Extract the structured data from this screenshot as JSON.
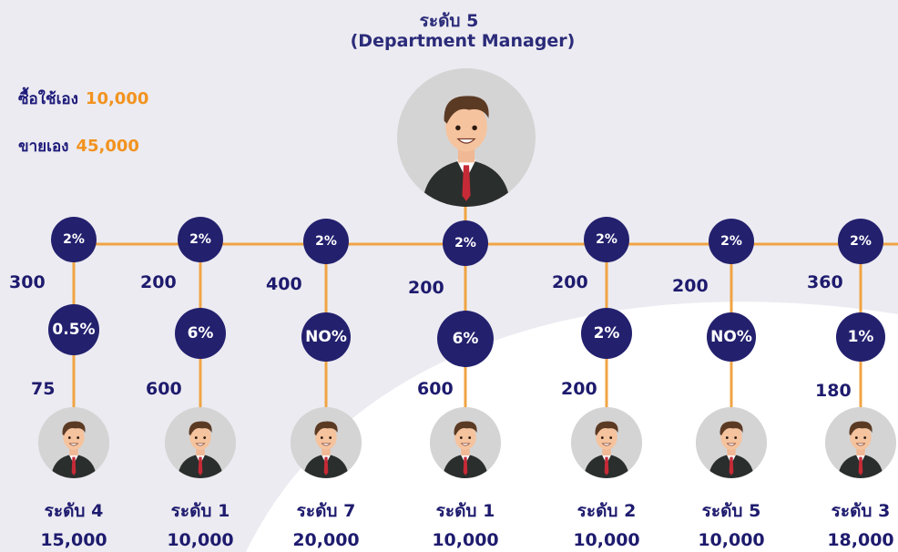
{
  "header": {
    "level_title": "ระดับ 5",
    "role_title": "(Department Manager)"
  },
  "stats": {
    "self_use_label": "ซื้อใช้เอง",
    "self_use_value": "10,000",
    "self_sell_label": "ขายเอง",
    "self_sell_value": "45,000"
  },
  "colors": {
    "background": "#ecebf1",
    "curve_fill": "#ffffff",
    "connector": "#f0a444",
    "circle": "#23206e",
    "accent_orange": "#f2931f",
    "text_navy": "#1e1b6e"
  },
  "branches": [
    {
      "top_pct": "2%",
      "left_value": "300",
      "mid_pct": "0.5%",
      "bottom_value": "75",
      "level": "ระดับ 4",
      "amount": "15,000"
    },
    {
      "top_pct": "2%",
      "left_value": "200",
      "mid_pct": "6%",
      "bottom_value": "600",
      "level": "ระดับ 1",
      "amount": "10,000"
    },
    {
      "top_pct": "2%",
      "left_value": "400",
      "mid_pct": "NO%",
      "bottom_value": "",
      "level": "ระดับ 7",
      "amount": "20,000"
    },
    {
      "top_pct": "2%",
      "left_value": "200",
      "mid_pct": "6%",
      "bottom_value": "600",
      "level": "ระดับ 1",
      "amount": "10,000"
    },
    {
      "top_pct": "2%",
      "left_value": "200",
      "mid_pct": "2%",
      "bottom_value": "200",
      "level": "ระดับ 2",
      "amount": "10,000"
    },
    {
      "top_pct": "2%",
      "left_value": "200",
      "mid_pct": "NO%",
      "bottom_value": "",
      "level": "ระดับ 5",
      "amount": "10,000"
    },
    {
      "top_pct": "2%",
      "left_value": "360",
      "mid_pct": "1%",
      "bottom_value": "180",
      "level": "ระดับ 3",
      "amount": "18,000"
    }
  ]
}
